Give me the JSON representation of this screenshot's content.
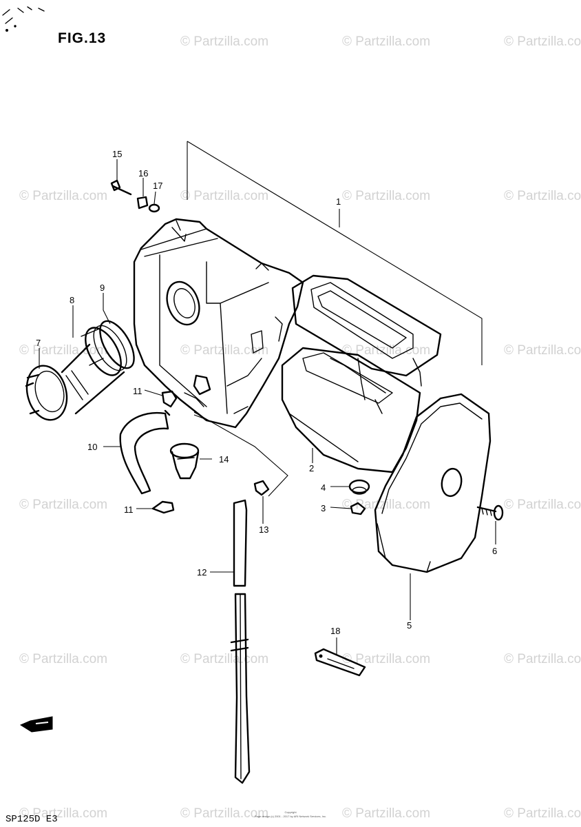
{
  "figure": {
    "title": "FIG.13",
    "model_code": "SP125D E3",
    "watermark_text": "© Partzilla.com",
    "copyright_line1": "Copyright",
    "copyright_line2": "Page design (c) 2001 - 2017 by ARI Network Services, Inc."
  },
  "callouts": {
    "c1": "1",
    "c2": "2",
    "c3": "3",
    "c4": "4",
    "c5": "5",
    "c6": "6",
    "c7": "7",
    "c8": "8",
    "c9": "9",
    "c10": "10",
    "c11a": "11",
    "c11b": "11",
    "c12": "12",
    "c13": "13",
    "c14": "14",
    "c15": "15",
    "c16": "16",
    "c17": "17",
    "c18": "18"
  },
  "colors": {
    "ink": "#000000",
    "watermark": "#d2d2d2",
    "background": "#ffffff"
  },
  "icons": {
    "direction_indicator": "front-arrow-icon"
  }
}
